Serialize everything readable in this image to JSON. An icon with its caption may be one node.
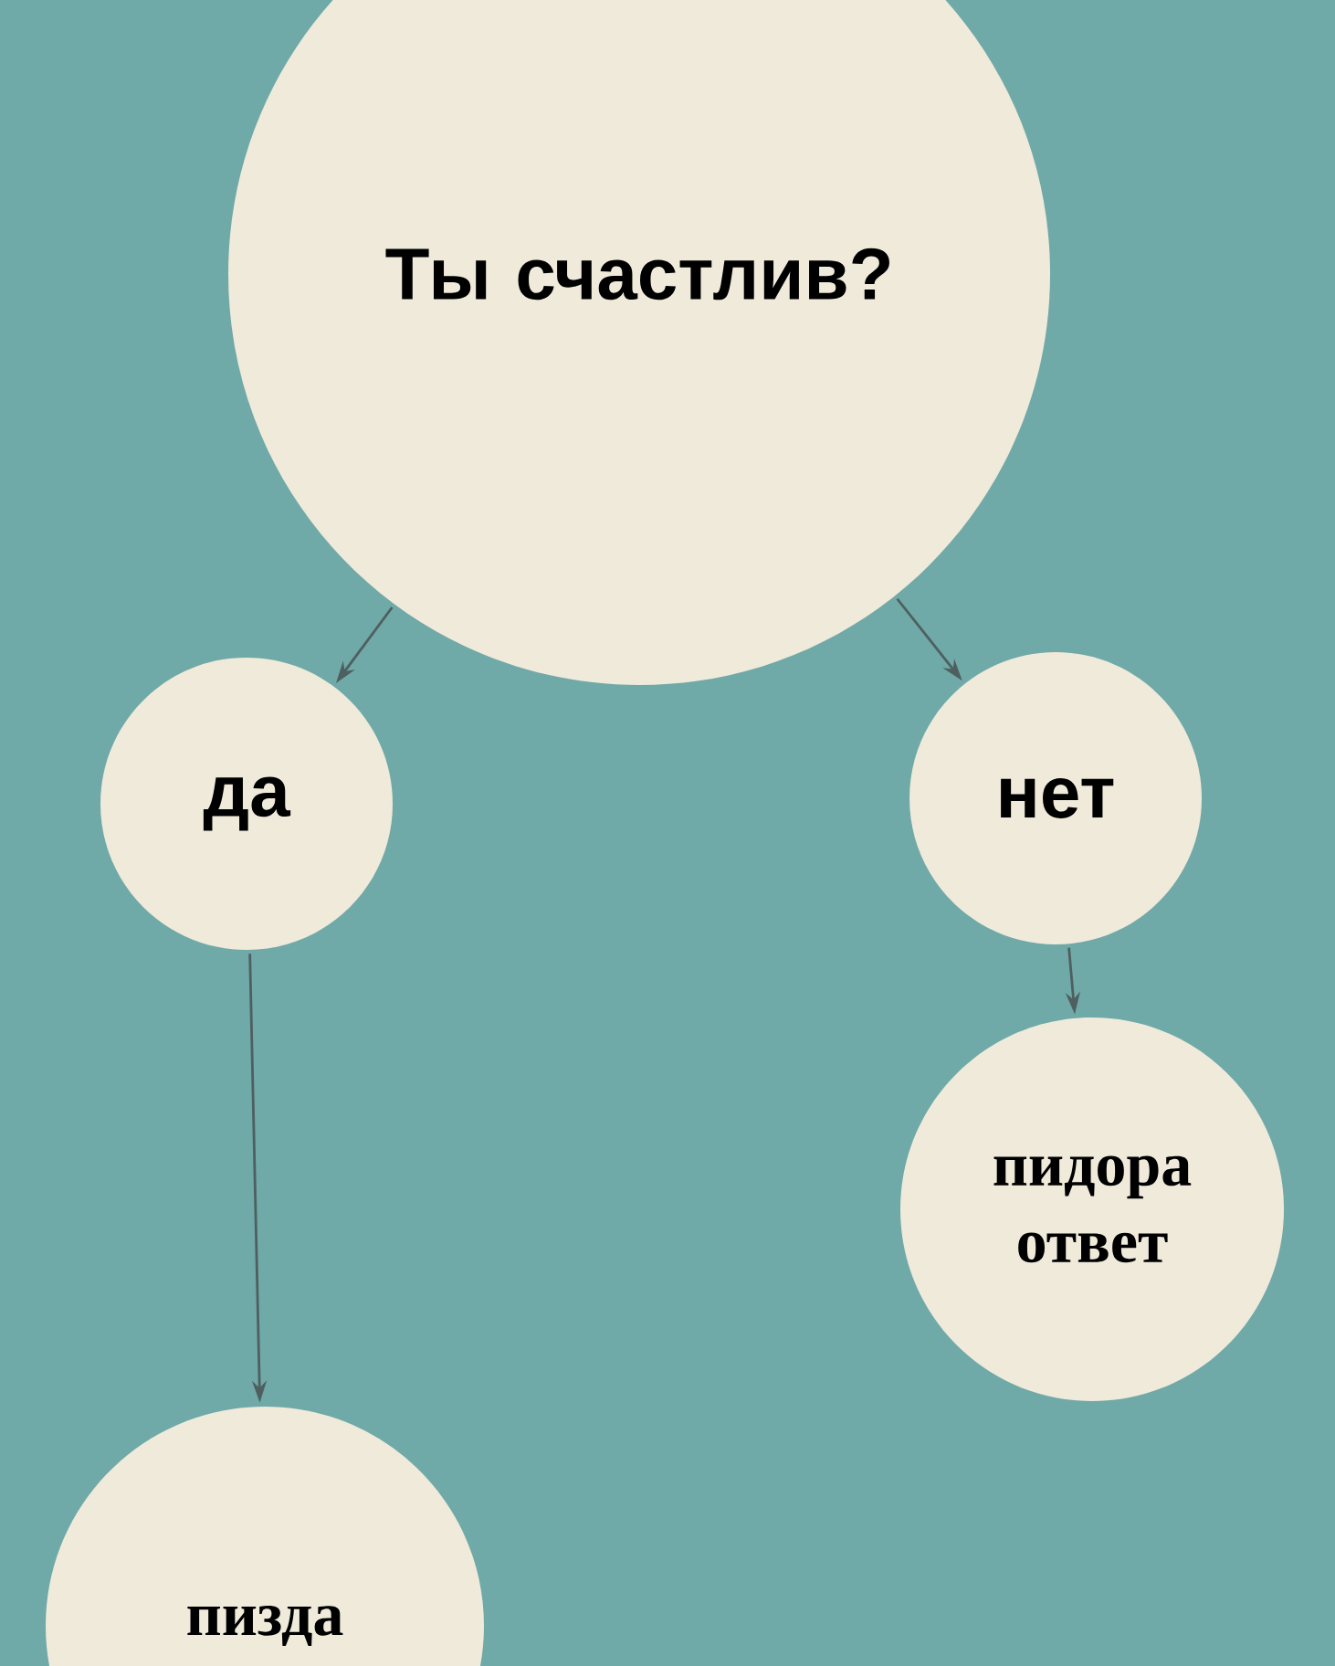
{
  "diagram": {
    "nodes": [
      {
        "text": [
          "Ты счастлив?"
        ]
      },
      {
        "text": [
          "да"
        ]
      },
      {
        "text": [
          "нет"
        ]
      },
      {
        "text": [
          "пидора ответ"
        ]
      },
      {
        "text": [
          "пизда"
        ]
      }
    ],
    "edges": [
      {
        "from": 0,
        "to": 1,
        "arrow": "to"
      },
      {
        "from": 0,
        "to": 2,
        "arrow": "to"
      },
      {
        "from": 2,
        "to": 3,
        "arrow": "to"
      },
      {
        "from": 1,
        "to": 4,
        "arrow": "to"
      }
    ]
  }
}
